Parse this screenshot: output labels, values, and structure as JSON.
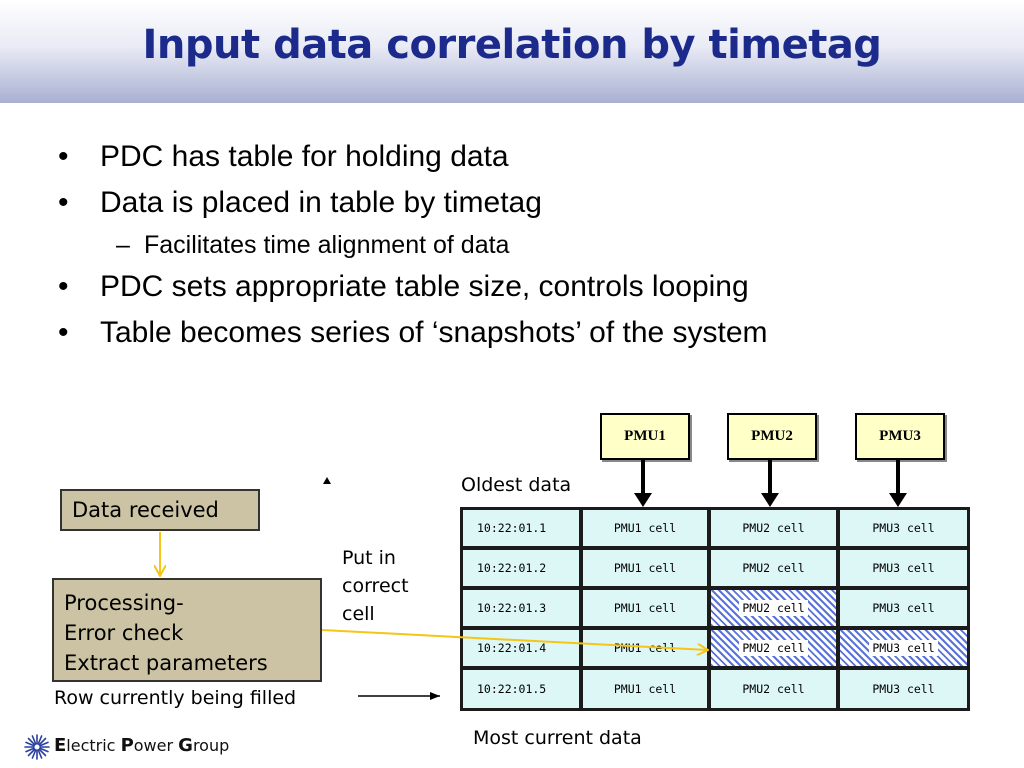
{
  "slide": {
    "title": "Input data correlation by timetag",
    "bullets": [
      {
        "text": "PDC has table for holding data"
      },
      {
        "text": "Data is placed in table by timetag"
      },
      {
        "text": "PDC sets appropriate table size, controls looping"
      },
      {
        "text": "Table becomes series of ‘snapshots’ of the system"
      }
    ],
    "sub_bullet": "Facilitates time alignment of data",
    "bullet_glyph": "•",
    "dash_glyph": "–"
  },
  "diagram": {
    "pmus": [
      "PMU1",
      "PMU2",
      "PMU3"
    ],
    "oldest_label": "Oldest data",
    "newest_label": "Most current data",
    "put_label": [
      "Put in",
      "correct",
      "cell"
    ],
    "row_label": "Row currently being filled",
    "data_received": "Data received",
    "processing": [
      "Processing-",
      "Error check",
      "Extract parameters"
    ],
    "table": {
      "rows": [
        {
          "time": "10:22:01.1",
          "cells": [
            "PMU1 cell",
            "PMU2 cell",
            "PMU3 cell"
          ],
          "hatched": [
            false,
            false,
            false
          ]
        },
        {
          "time": "10:22:01.2",
          "cells": [
            "PMU1 cell",
            "PMU2 cell",
            "PMU3 cell"
          ],
          "hatched": [
            false,
            false,
            false
          ]
        },
        {
          "time": "10:22:01.3",
          "cells": [
            "PMU1 cell",
            "PMU2 cell",
            "PMU3 cell"
          ],
          "hatched": [
            false,
            true,
            false
          ]
        },
        {
          "time": "10:22:01.4",
          "cells": [
            "PMU1 cell",
            "PMU2 cell",
            "PMU3 cell"
          ],
          "hatched": [
            false,
            true,
            true
          ]
        },
        {
          "time": "10:22:01.5",
          "cells": [
            "PMU1 cell",
            "PMU2 cell",
            "PMU3 cell"
          ],
          "hatched": [
            false,
            false,
            false
          ]
        }
      ]
    }
  },
  "footer": {
    "logo_icon": "starburst-icon",
    "brand": [
      {
        "cap": "E",
        "rest": "lectric "
      },
      {
        "cap": "P",
        "rest": "ower "
      },
      {
        "cap": "G",
        "rest": "roup"
      }
    ]
  },
  "colors": {
    "title": "#1c2a8c",
    "pmu_box": "#ffffc8",
    "cell": "#dcf7f5",
    "hatch": "#5a73d8",
    "arrow_yellow": "#f5c518",
    "tan_box": "#cbc3a4",
    "logo": "#2a3f9e"
  }
}
